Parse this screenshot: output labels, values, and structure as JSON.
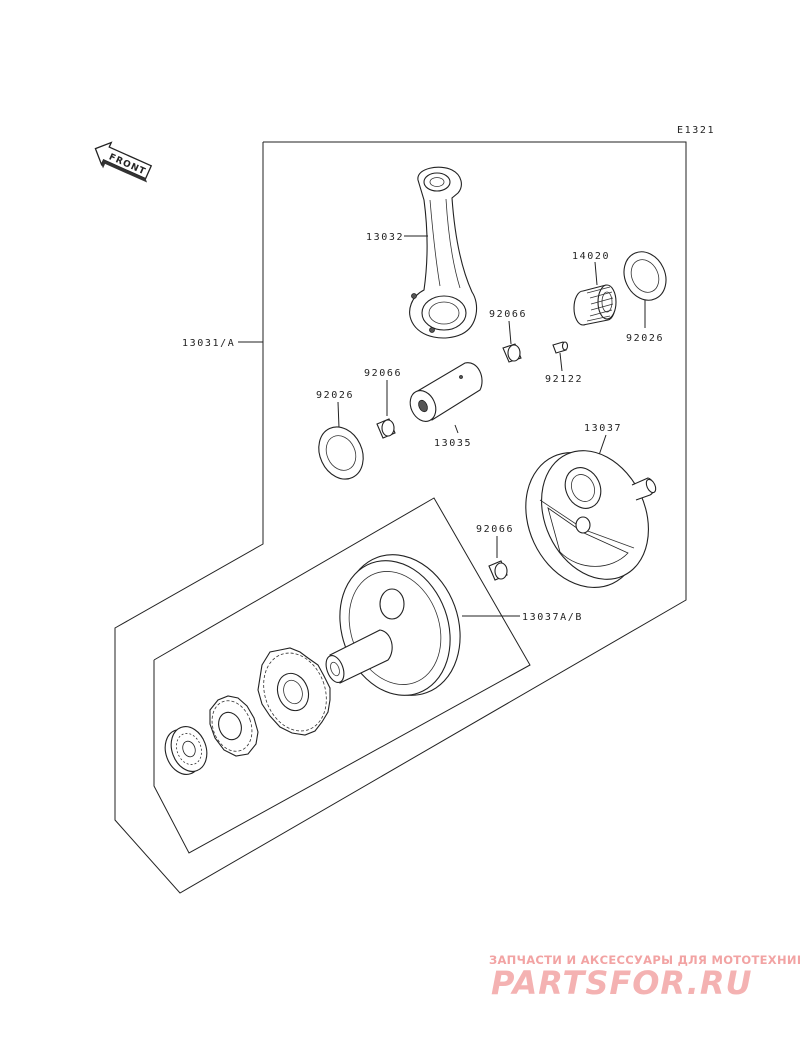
{
  "diagram": {
    "code": "E1321",
    "front_label": "FRONT",
    "parts": {
      "connecting_rod": "13032",
      "crankshaft_assembly": "13031/A",
      "needle_bearing": "14020",
      "washer_right": "92026",
      "washer_left": "92026",
      "bearing_top": "92066",
      "bearing_left": "92066",
      "bearing_mid": "92066",
      "pin": "92122",
      "crank_pin": "13035",
      "flywheel_right": "13037",
      "flywheel_left": "13037A/B"
    }
  },
  "watermark": {
    "line1": "ЗАПЧАСТИ И АКСЕССУАРЫ ДЛЯ МОТОТЕХНИКИ",
    "line2": "PARTSFOR.RU"
  }
}
